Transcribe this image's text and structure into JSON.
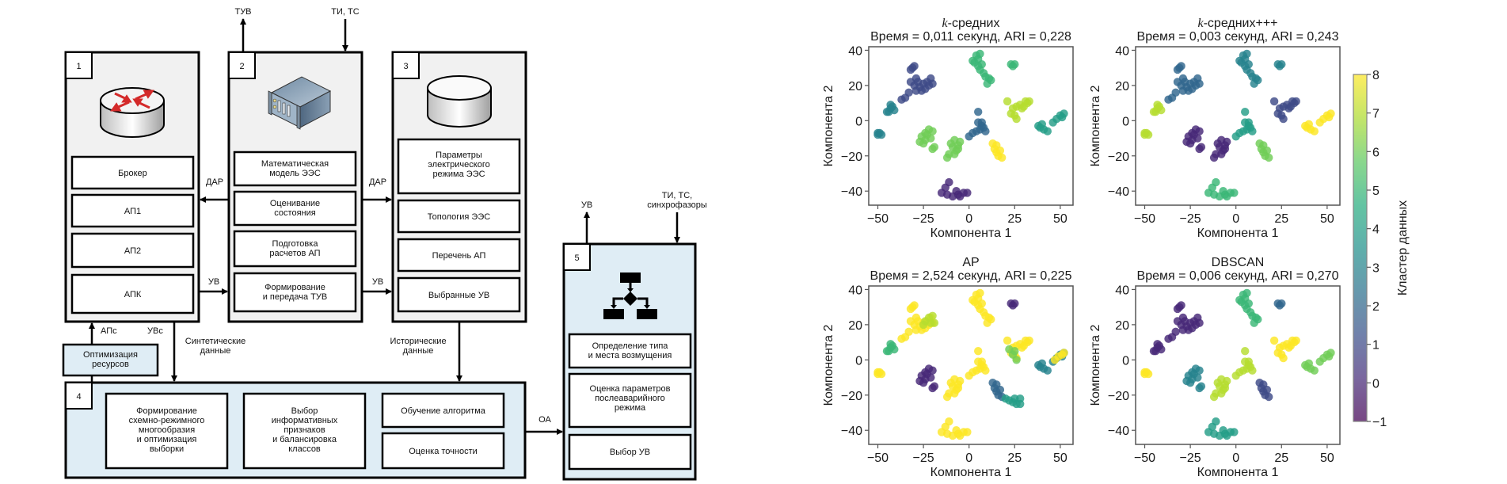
{
  "diagram": {
    "top_labels": {
      "tuv": "ТУВ",
      "ti_tc": "ТИ, ТС",
      "uv_out": "УВ",
      "ti_tc_sync": [
        "ТИ, ТС,",
        "синхрофазоры"
      ]
    },
    "blocks": [
      {
        "number": "1",
        "icon": "router-icon",
        "items": [
          [
            "Брокер"
          ],
          [
            "АП1"
          ],
          [
            "АП2"
          ],
          [
            "АПК"
          ]
        ]
      },
      {
        "number": "2",
        "icon": "server-icon",
        "items": [
          [
            "Математическая",
            "модель ЭЭС"
          ],
          [
            "Оценивание",
            "состояния"
          ],
          [
            "Подготовка",
            "расчетов АП"
          ],
          [
            "Формирование",
            "и передача ТУВ"
          ]
        ]
      },
      {
        "number": "3",
        "icon": "database-icon",
        "items": [
          [
            "Параметры",
            "электрического",
            "режима ЭЭС"
          ],
          [
            "Топология ЭЭС"
          ],
          [
            "Перечень АП"
          ],
          [
            "Выбранные УВ"
          ]
        ]
      },
      {
        "number": "4",
        "items": [
          [
            "Формирование",
            "схемно-режимного",
            "многообразия",
            "и оптимизация",
            "выборки"
          ],
          [
            "Выбор",
            "информативных",
            "признаков",
            "и балансировка",
            "классов"
          ],
          [
            "Обучение алгоритма"
          ],
          [
            "Оценка точности"
          ]
        ]
      },
      {
        "number": "5",
        "icon": "flowchart-icon",
        "items": [
          [
            "Определение типа",
            "и места возмущения"
          ],
          [
            "Оценка параметров",
            "послеаварийного",
            "режима"
          ],
          [
            "Выбор УВ"
          ]
        ]
      }
    ],
    "optimization_box": [
      "Оптимизация",
      "ресурсов"
    ],
    "arrow_labels": {
      "dar_left": "ДАР",
      "dar_right": "ДАР",
      "uv_left": "УВ",
      "uv_right": "УВ",
      "aps": "АПс",
      "uvs": "УВс",
      "synthetic": [
        "Синтетические",
        "данные"
      ],
      "historical": [
        "Исторические",
        "данные"
      ],
      "oa": "ОА"
    },
    "colors": {
      "panel_gray": "#f1f1f1",
      "panel_blue": "#dfedf5",
      "router_arrow": "#d42a2a"
    }
  },
  "chart_data": [
    {
      "type": "scatter",
      "title": [
        "k-средних",
        "Время = 0,011 секунд, ARI = 0,228"
      ],
      "algorithm": "k-средних",
      "time_s": "0,011",
      "ari": "0,228",
      "xlabel": "Компонента 1",
      "ylabel": "Компонента 2",
      "xlim": [
        -55,
        57
      ],
      "ylim": [
        -48,
        42
      ],
      "xticks": [
        -50,
        -25,
        0,
        25,
        50
      ],
      "yticks": [
        -40,
        -20,
        0,
        20,
        40
      ],
      "cluster_labels": {
        "A": 1,
        "B": 3,
        "C": 3,
        "D": 6,
        "E": 6,
        "F": 0,
        "G": 2,
        "H": 5,
        "I": 5,
        "J": 7,
        "K": 4,
        "L": 8
      }
    },
    {
      "type": "scatter",
      "title": [
        "k-средних+++",
        "Время = 0,003 секунд, ARI = 0,243"
      ],
      "algorithm": "k-средних+++",
      "time_s": "0,003",
      "ari": "0,243",
      "xlabel": "Компонента 1",
      "ylabel": "Компонента 2",
      "xlim": [
        -55,
        57
      ],
      "ylim": [
        -48,
        42
      ],
      "xticks": [
        -50,
        -25,
        0,
        25,
        50
      ],
      "yticks": [
        -40,
        -20,
        0,
        20,
        40
      ],
      "cluster_labels": {
        "A": 2,
        "B": 7,
        "C": 7,
        "D": 0,
        "E": 0,
        "F": 5,
        "G": 4,
        "H": 3,
        "I": 3,
        "J": 1,
        "K": 8,
        "L": 6
      }
    },
    {
      "type": "scatter",
      "title": [
        "AP",
        "Время = 2,524 секунд, ARI = 0,225"
      ],
      "algorithm": "AP",
      "time_s": "2,524",
      "ari": "0,225",
      "xlabel": "Компонента 1",
      "ylabel": "Компонента 2",
      "xlim": [
        -55,
        57
      ],
      "ylim": [
        -48,
        42
      ],
      "xticks": [
        -50,
        -25,
        0,
        25,
        50
      ],
      "yticks": [
        -40,
        -20,
        0,
        20,
        40
      ],
      "cluster_labels": {
        "A": 8,
        "A2": 7,
        "B": 5,
        "C": 8,
        "D": 0,
        "E": 8,
        "F": 8,
        "G": 8,
        "H": 8,
        "I": 0,
        "J": 8,
        "J2": 6,
        "K": 3,
        "K2": 8,
        "L": 2,
        "L2": 4
      }
    },
    {
      "type": "scatter",
      "title": [
        "DBSCAN",
        "Время = 0,006 секунд, ARI = 0,270"
      ],
      "algorithm": "DBSCAN",
      "time_s": "0,006",
      "ari": "0,270",
      "xlabel": "Компонента 1",
      "ylabel": "Компонента 2",
      "xlim": [
        -55,
        57
      ],
      "ylim": [
        -48,
        42
      ],
      "xticks": [
        -50,
        -25,
        0,
        25,
        50
      ],
      "yticks": [
        -40,
        -20,
        0,
        20,
        40
      ],
      "cluster_labels": {
        "A": 0,
        "B": 0,
        "C": 8,
        "D": 3,
        "E": 7,
        "F": 4,
        "G": 7,
        "H": 5,
        "I": 2,
        "J": 8,
        "K": 6,
        "L": 1
      }
    }
  ],
  "point_groups": {
    "A": [
      [
        -31,
        30
      ],
      [
        -32,
        29
      ],
      [
        -30,
        31
      ],
      [
        -32,
        22
      ],
      [
        -30,
        20
      ],
      [
        -28,
        22
      ],
      [
        -27,
        19
      ],
      [
        -25,
        21
      ],
      [
        -23,
        22
      ],
      [
        -21,
        24
      ],
      [
        -20,
        21
      ],
      [
        -26,
        17
      ],
      [
        -29,
        17
      ],
      [
        -33,
        16
      ],
      [
        -35,
        13
      ],
      [
        -37,
        12
      ],
      [
        -29,
        24
      ],
      [
        -24,
        18
      ],
      [
        -22,
        20
      ]
    ],
    "A2": [
      [
        -24,
        22
      ],
      [
        -22,
        24
      ],
      [
        -20,
        25
      ],
      [
        -21,
        21
      ],
      [
        -19,
        21
      ],
      [
        -25,
        20
      ]
    ],
    "B": [
      [
        -44,
        5
      ],
      [
        -43,
        7
      ],
      [
        -42,
        8
      ],
      [
        -45,
        5
      ],
      [
        -43,
        9
      ],
      [
        -41,
        6
      ]
    ],
    "C": [
      [
        -50,
        -8
      ],
      [
        -49,
        -7
      ],
      [
        -48,
        -8
      ],
      [
        -50,
        -7
      ]
    ],
    "D": [
      [
        -27,
        -12
      ],
      [
        -26,
        -9
      ],
      [
        -24,
        -11
      ],
      [
        -23,
        -8
      ],
      [
        -22,
        -5
      ],
      [
        -20,
        -6
      ],
      [
        -21,
        -10
      ],
      [
        -25,
        -13
      ],
      [
        -20,
        -16
      ],
      [
        -19,
        -15
      ],
      [
        -24,
        -7
      ]
    ],
    "E": [
      [
        -10,
        -13
      ],
      [
        -8,
        -11
      ],
      [
        -6,
        -14
      ],
      [
        -7,
        -17
      ],
      [
        -9,
        -15
      ],
      [
        -5,
        -12
      ],
      [
        -11,
        -19
      ],
      [
        -12,
        -21
      ],
      [
        -8,
        -19
      ],
      [
        -6,
        -16
      ]
    ],
    "F": [
      [
        -15,
        -41
      ],
      [
        -12,
        -42
      ],
      [
        -9,
        -43
      ],
      [
        -6,
        -42
      ],
      [
        -3,
        -41
      ],
      [
        -1,
        -41
      ],
      [
        -11,
        -35
      ],
      [
        -13,
        -38
      ],
      [
        -7,
        -40
      ],
      [
        -5,
        -43
      ]
    ],
    "G": [
      [
        0,
        -9
      ],
      [
        2,
        -7
      ],
      [
        4,
        -6
      ],
      [
        6,
        -5
      ],
      [
        7,
        -3
      ],
      [
        8,
        -4
      ],
      [
        9,
        -6
      ],
      [
        5,
        -1
      ],
      [
        5,
        5
      ],
      [
        7,
        -1
      ]
    ],
    "H": [
      [
        2,
        34
      ],
      [
        4,
        37
      ],
      [
        6,
        38
      ],
      [
        3,
        33
      ],
      [
        5,
        31
      ],
      [
        6,
        29
      ],
      [
        8,
        27
      ],
      [
        9,
        25
      ],
      [
        11,
        24
      ],
      [
        12,
        23
      ],
      [
        10,
        21
      ],
      [
        7,
        32
      ],
      [
        5,
        35
      ]
    ],
    "I": [
      [
        23,
        32
      ],
      [
        24,
        31
      ],
      [
        25,
        32
      ]
    ],
    "J": [
      [
        21,
        11
      ],
      [
        24,
        7
      ],
      [
        23,
        4
      ],
      [
        26,
        8
      ],
      [
        28,
        9
      ],
      [
        30,
        8
      ],
      [
        32,
        10
      ],
      [
        33,
        11
      ],
      [
        26,
        1
      ],
      [
        25,
        3
      ],
      [
        29,
        7
      ],
      [
        31,
        11
      ]
    ],
    "J2": [
      [
        22,
        6
      ],
      [
        24,
        3
      ],
      [
        25,
        5
      ],
      [
        26,
        0
      ]
    ],
    "K": [
      [
        38,
        -3
      ],
      [
        39,
        -4
      ],
      [
        40,
        -2
      ],
      [
        41,
        -5
      ],
      [
        43,
        -6
      ],
      [
        46,
        -1
      ],
      [
        48,
        1
      ],
      [
        50,
        3
      ],
      [
        52,
        4
      ],
      [
        51,
        2
      ]
    ],
    "K2": [
      [
        47,
        0
      ],
      [
        49,
        2
      ],
      [
        51,
        3
      ],
      [
        52,
        4
      ]
    ],
    "L": [
      [
        13,
        -13
      ],
      [
        14,
        -16
      ],
      [
        15,
        -18
      ],
      [
        16,
        -20
      ],
      [
        15,
        -14
      ],
      [
        17,
        -17
      ],
      [
        18,
        -21
      ]
    ],
    "L2": [
      [
        20,
        -22
      ],
      [
        22,
        -23
      ],
      [
        24,
        -24
      ],
      [
        26,
        -25
      ],
      [
        28,
        -22
      ],
      [
        28,
        -25
      ],
      [
        25,
        -22
      ]
    ]
  },
  "colorbar": {
    "label": "Кластер данных",
    "min": -1,
    "max": 8,
    "ticks": [
      -1,
      0,
      1,
      2,
      3,
      4,
      5,
      6,
      7,
      8
    ],
    "colormap": "viridis"
  }
}
